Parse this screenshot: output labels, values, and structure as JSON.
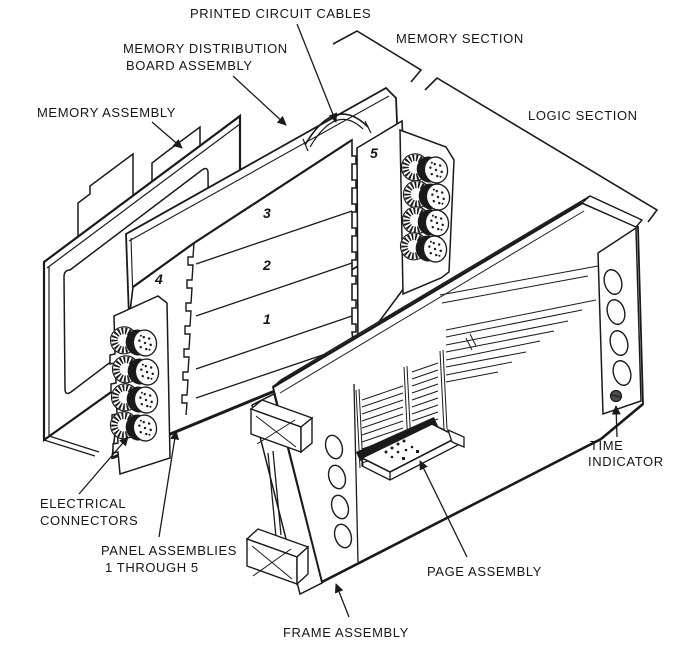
{
  "labels": {
    "printed_circuit_cables": "PRINTED CIRCUIT CABLES",
    "memory_distribution_line1": "MEMORY DISTRIBUTION",
    "memory_distribution_line2": "BOARD ASSEMBLY",
    "memory_assembly": "MEMORY ASSEMBLY",
    "memory_section": "MEMORY SECTION",
    "logic_section": "LOGIC SECTION",
    "electrical_line1": "ELECTRICAL",
    "electrical_line2": "CONNECTORS",
    "panel_line1": "PANEL ASSEMBLIES",
    "panel_line2": "1 THROUGH 5",
    "page_assembly": "PAGE ASSEMBLY",
    "frame_assembly": "FRAME ASSEMBLY",
    "time_line1": "TIME",
    "time_line2": "INDICATOR"
  },
  "panel_numbers": [
    "1",
    "2",
    "3",
    "4",
    "5"
  ],
  "colors": {
    "ink": "#1a1a1a",
    "paper": "#ffffff"
  }
}
